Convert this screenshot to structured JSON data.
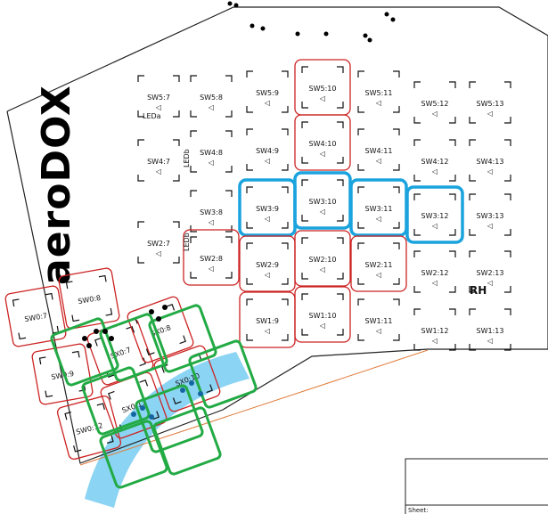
{
  "logo_text": "aeroDOX",
  "side_label": "RH",
  "title_block": {
    "sheet_label": "Sheet:"
  },
  "colors": {
    "outline": "#222222",
    "red_highlight": "#cc2222",
    "blue_highlight": "#1aa3dd",
    "green_highlight": "#22aa44",
    "thumb_arc": "#7fcff2",
    "edge_line": "#e07b39"
  },
  "leds": [
    "LEDa",
    "LEDb",
    "LEDb"
  ],
  "switches": [
    {
      "id": "SW5:7"
    },
    {
      "id": "SW5:8"
    },
    {
      "id": "SW5:9"
    },
    {
      "id": "SW5:10"
    },
    {
      "id": "SW5:11"
    },
    {
      "id": "SW5:12"
    },
    {
      "id": "SW5:13"
    },
    {
      "id": "SW4:7"
    },
    {
      "id": "SW4:8"
    },
    {
      "id": "SW4:9"
    },
    {
      "id": "SW4:10"
    },
    {
      "id": "SW4:11"
    },
    {
      "id": "SW4:12"
    },
    {
      "id": "SW4:13"
    },
    {
      "id": "SW3:8"
    },
    {
      "id": "SW3:9"
    },
    {
      "id": "SW3:10"
    },
    {
      "id": "SW3:11"
    },
    {
      "id": "SW3:12"
    },
    {
      "id": "SW3:13"
    },
    {
      "id": "SW2:7"
    },
    {
      "id": "SW2:8"
    },
    {
      "id": "SW2:9"
    },
    {
      "id": "SW2:10"
    },
    {
      "id": "SW2:11"
    },
    {
      "id": "SW2:12"
    },
    {
      "id": "SW2:13"
    },
    {
      "id": "SW1:9"
    },
    {
      "id": "SW1:10"
    },
    {
      "id": "SW1:11"
    },
    {
      "id": "SW1:12"
    },
    {
      "id": "SW1:13"
    },
    {
      "id": "SW0:7"
    },
    {
      "id": "SW0:8"
    },
    {
      "id": "SW0:9"
    },
    {
      "id": "SX0:7"
    },
    {
      "id": "SX0:8"
    },
    {
      "id": "SX0:10"
    },
    {
      "id": "SX0:11"
    },
    {
      "id": "SW0:12"
    }
  ]
}
